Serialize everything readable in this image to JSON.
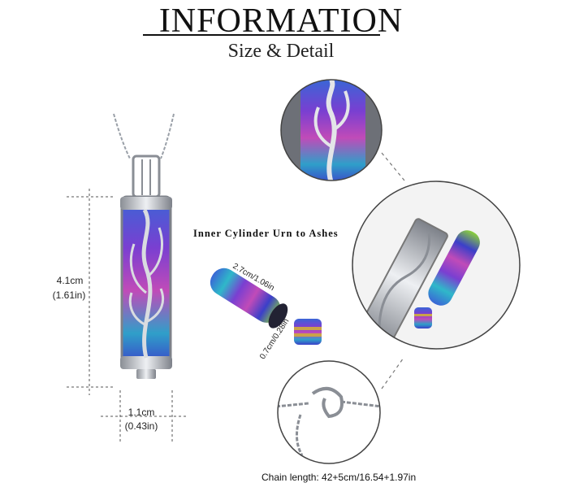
{
  "header": {
    "title": "INFORMATION",
    "subtitle": "Size & Detail"
  },
  "dimensions": {
    "height_cm": "4.1cm",
    "height_in": "(1.61in)",
    "width_cm": "1.1cm",
    "width_in": "(0.43in)",
    "cylinder_length": "2.7cm/1.06in",
    "cylinder_diameter": "0.7cm/0.28in"
  },
  "labels": {
    "inner_cylinder": "Inner Cylinder Urn to Ashes",
    "chain_length": "Chain length: 42+5cm/16.54+1.97in"
  },
  "colors": {
    "silver": "#c9ccd1",
    "silver_dark": "#7d8189",
    "rainbow": [
      "#3b3fc9",
      "#7a3fd1",
      "#c04bb8",
      "#2fb8c9",
      "#3a66d6",
      "#8bd13a"
    ]
  }
}
